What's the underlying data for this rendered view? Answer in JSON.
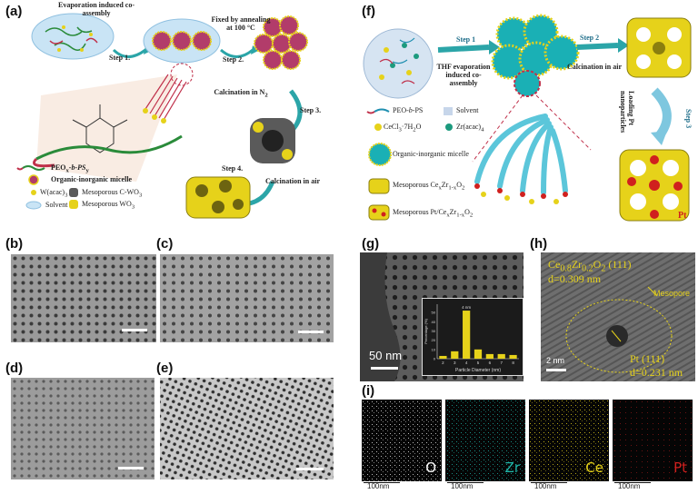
{
  "labels": {
    "a": "(a)",
    "b": "(b)",
    "c": "(c)",
    "d": "(d)",
    "e": "(e)",
    "f": "(f)",
    "g": "(g)",
    "h": "(h)",
    "i": "(i)"
  },
  "panel_a": {
    "evap": "Evaporation induced co-assembly",
    "step1": "Step 1.",
    "fixed": "Fixed by annealing at 100 °C",
    "step2": "Step 2.",
    "calc_n2": "Calcination in N",
    "calc_n2_sub": "2",
    "step3": "Step 3.",
    "step4": "Step 4.",
    "calc_air": "Calcination in air",
    "legend": {
      "peo": "PEO",
      "peo_x": "x",
      "peo_mid": "-b-PS",
      "peo_y": "y",
      "micelle": "Organic-inorganic micelle",
      "wacac": "W(acac)",
      "wacac_sub": "3",
      "solvent": "Solvent",
      "cwo3": "Mesoporous C-WO",
      "cwo3_sub": "3",
      "wo3": "Mesoporous WO",
      "wo3_sub": "3"
    }
  },
  "panel_f": {
    "step1": "Step 1",
    "thf": "THF evaporation induced co-assembly",
    "step2": "Step 2",
    "calc_air": "Calcination in air",
    "step3": "Step 3",
    "loading": "Loading Pt nanoparticles",
    "pt": "Pt",
    "legend": {
      "peo": "PEO-",
      "peo_b": "b",
      "peo_ps": "-PS",
      "solvent": "Solvent",
      "cecl": "CeCl",
      "cecl_sub": "3",
      "cecl_rest": "·7H",
      "cecl_o": "2",
      "cecl_end": "O",
      "zr": "Zr(acac)",
      "zr_sub": "4",
      "micelle": "Organic-inorganic micelle",
      "mes": "Mesoporous Ce",
      "mes_x": "x",
      "mes_zr": "Zr",
      "mes_1x": "1-x",
      "mes_o": "O",
      "mes_2": "2",
      "mespt": "Mesoporous Pt/Ce",
      "mespt_x": "x",
      "mespt_zr": "Zr",
      "mespt_1x": "1-x",
      "mespt_o": "O",
      "mespt_2": "2"
    }
  },
  "panel_g": {
    "scale": "50 nm",
    "inset": {
      "annotation": "4 nm",
      "ylabel": "Percentage (%)",
      "xlabel": "Particle Diameter (nm)",
      "yticks": [
        "0",
        "10",
        "20",
        "30",
        "40",
        "50"
      ],
      "xticks": [
        "2",
        "3",
        "4",
        "5",
        "6",
        "7",
        "8"
      ],
      "values": [
        3,
        8,
        52,
        10,
        5,
        5,
        4
      ],
      "ylim": [
        0,
        55
      ]
    }
  },
  "panel_h": {
    "line1a": "Ce",
    "line1b": "0.8",
    "line1c": "Zr",
    "line1d": "0.2",
    "line1e": "O",
    "line1f": "2",
    "line1g": " (111)",
    "line2": "d=0.309 nm",
    "mesopore": "Mesopore",
    "pt1": "Pt (111)",
    "pt2": "d=0.231 nm",
    "scale": "2 nm"
  },
  "panel_i": {
    "maps": [
      {
        "element": "O",
        "color": "#ffffff",
        "dot": "#cfcfcf"
      },
      {
        "element": "Zr",
        "color": "#1fb5a8",
        "dot": "#1a8f86"
      },
      {
        "element": "Ce",
        "color": "#e6d21a",
        "dot": "#b9a817"
      },
      {
        "element": "Pt",
        "color": "#d0201e",
        "dot": "#8a1616"
      }
    ],
    "scale": "100nm"
  }
}
